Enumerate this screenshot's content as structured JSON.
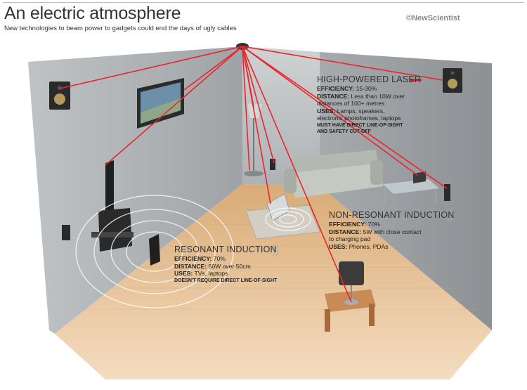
{
  "header": {
    "title": "An electric atmosphere",
    "subtitle": "New technologies to beam power to gadgets could end the days of ugly cables",
    "brand": "©NewScientist"
  },
  "labels": {
    "laser": {
      "heading": "HIGH-POWERED LASER",
      "efficiency_label": "EFFICIENCY:",
      "efficiency_value": "15-30%",
      "distance_label": "DISTANCE:",
      "distance_value_1": "Less than 10W over",
      "distance_value_2": "distances of 100+ metres",
      "uses_label": "USES:",
      "uses_value_1": "Lamps, speakers,",
      "uses_value_2": "electronic photoframes, laptops",
      "note_1": "MUST HAVE DIRECT LINE-OF-SIGHT",
      "note_2": "AND SAFETY CUT-OFF",
      "color": "#e31b23"
    },
    "resonant": {
      "heading": "RESONANT INDUCTION",
      "efficiency_label": "EFFICIENCY:",
      "efficiency_value": "70%",
      "distance_label": "DISTANCE:",
      "distance_value": "50W over 50cm",
      "uses_label": "USES:",
      "uses_value": "TVs, laptops",
      "note": "DOESN'T REQUIRE DIRECT LINE-OF-SIGHT"
    },
    "nonresonant": {
      "heading": "NON-RESONANT INDUCTION",
      "efficiency_label": "EFFICIENCY:",
      "efficiency_value": "70%",
      "distance_label": "DISTANCE:",
      "distance_value_1": "5W with close contact",
      "distance_value_2": "to charging pad",
      "uses_label": "USES:",
      "uses_value": "Phones, PDAs"
    }
  },
  "colors": {
    "beam": "#e8262c",
    "wall": "#a9adb0",
    "floor": "#e4b98a",
    "speaker": "#2a2a2a",
    "sofa": "#b8bdb5"
  }
}
